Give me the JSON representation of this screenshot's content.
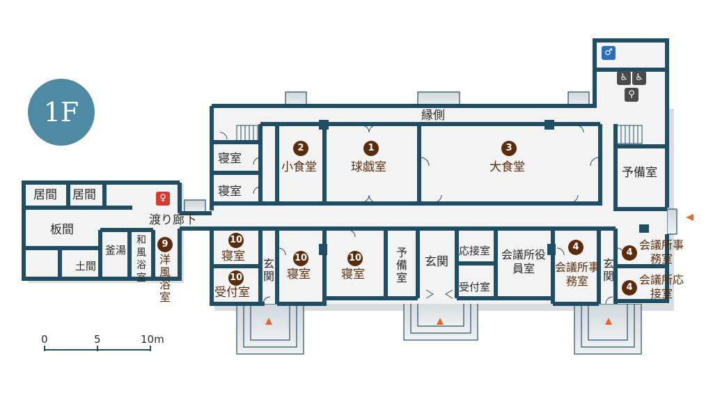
{
  "floor": "1F",
  "rooms": {
    "engawa": "縁側",
    "shoshokudo": "小食堂",
    "kyugishitsu": "球戯室",
    "daishokudo": "大食堂",
    "yobishitsu_right": "予備室",
    "shinshitsu_a": "寝室",
    "shinshitsu_b": "寝室",
    "ima_1": "居間",
    "ima_2": "居間",
    "itama": "板間",
    "watari_roka": "渡り廊下",
    "kamayu": "釜湯",
    "wafu_yokushitsu": "和風浴室",
    "doma": "土間",
    "yofu_yokushitsu": "洋風浴室",
    "shinshitsu_10a": "寝室",
    "uketsuke_10": "受付室",
    "genkan_left": "玄関",
    "shinshitsu_10b": "寝室",
    "shinshitsu_10c": "寝室",
    "yobi_small": "予備室",
    "genkan_center": "玄関",
    "osetsushitsu": "応接室",
    "uketsukeshitsu": "受付室",
    "kaigisho_yakuin": "会議所役員室",
    "kaigisho_jimu_4": "会議所事務室",
    "genkan_right": "玄関",
    "kaigisho_jimu_4b": "会議所事務室",
    "kaigisho_osetsu_4": "会議所応接室"
  },
  "numbers": {
    "n2": "2",
    "n1": "1",
    "n3": "3",
    "n9": "9",
    "n10a": "10",
    "n10b": "10",
    "n10c": "10",
    "n10d": "10",
    "n4a": "4",
    "n4b": "4",
    "n4c": "4"
  },
  "scale": {
    "t0": "0",
    "t5": "5",
    "t10": "10m"
  },
  "colors": {
    "wall": "#1f4d63",
    "floor": "#f2f2f2",
    "badge": "#4f8aa3",
    "number": "#5a2c0c",
    "arrow": "#e8642c",
    "toilet_men": "#2a6fb5",
    "toilet_women": "#d83a2f"
  },
  "icons": [
    "toilet-men-icon",
    "toilet-women-icon",
    "wheelchair-icon",
    "baby-care-icon",
    "multipurpose-toilet-icon",
    "entrance-arrow-icon"
  ]
}
